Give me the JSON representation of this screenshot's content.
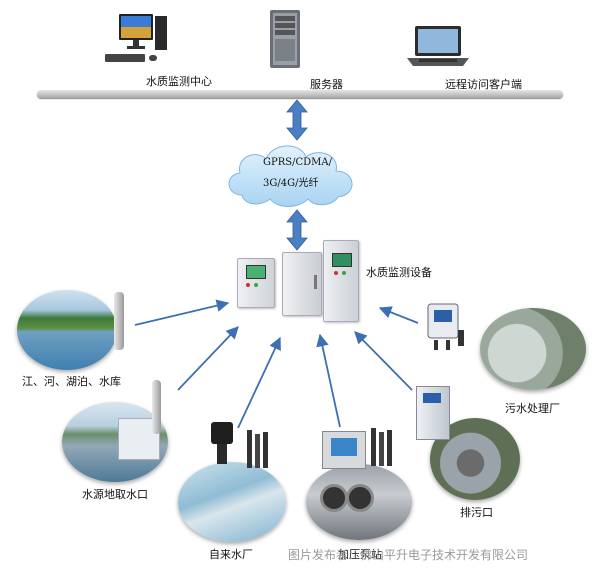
{
  "labels": {
    "monitor_center": "水质监测中心",
    "server": "服务器",
    "remote_client": "远程访问客户端",
    "network": {
      "line1": "GPRS/CDMA/",
      "line2": "3G/4G/光纤"
    },
    "device": "水质监测设备",
    "rivers": "江、河、湖泊、水库",
    "water_source": "水源地取水口",
    "waterworks": "自来水厂",
    "pressure_station": "加压泵站",
    "outfall": "排污口",
    "sewage_plant": "污水处理厂",
    "watermark": "图片发布者：佛山平升电子技术开发有限公司"
  },
  "icons": {
    "pc": "desktop-computer-icon",
    "server": "server-tower-icon",
    "laptop": "laptop-icon",
    "cloud": "cloud-icon",
    "cabinet": "control-cabinet-icon"
  },
  "colors": {
    "arrow_blue": "#3d6fb2",
    "cloud_blue": "#bfe0f7",
    "bus_gray": "#b9b9b9"
  }
}
